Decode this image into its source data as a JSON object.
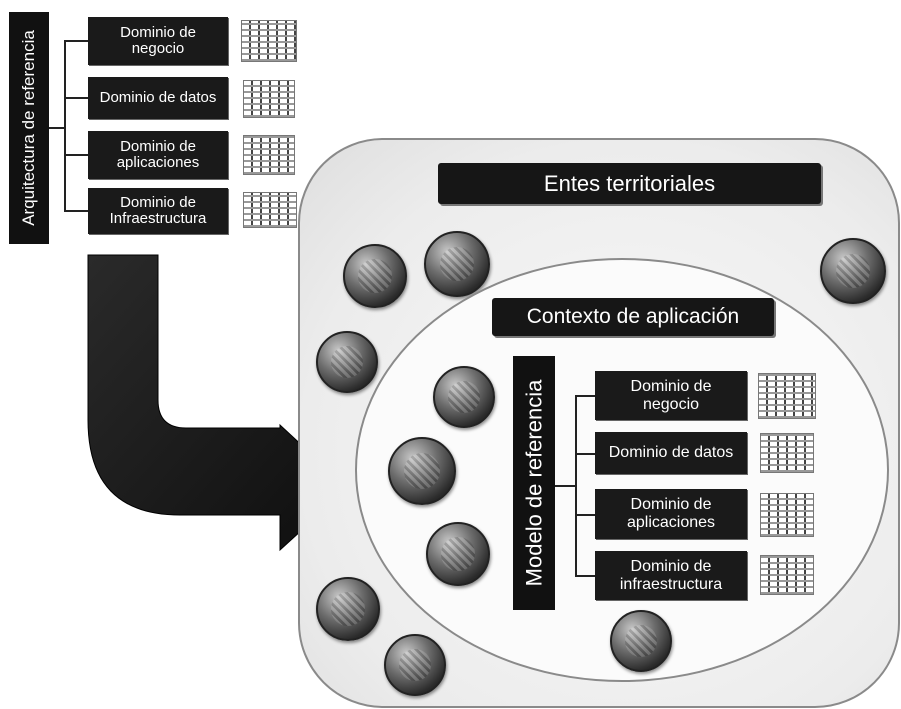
{
  "top_diagram": {
    "title": "Arquitectura de referencia",
    "domains": [
      "Dominio de\nnegocio",
      "Dominio de datos",
      "Dominio de\naplicaciones",
      "Dominio de\nInfraestructura"
    ]
  },
  "outer_region": {
    "title": "Entes territoriales"
  },
  "inner_region": {
    "title": "Contexto de aplicación",
    "model_title": "Modelo de referencia",
    "domains": [
      "Dominio de\nnegocio",
      "Dominio de datos",
      "Dominio de\naplicaciones",
      "Dominio de\ninfraestructura"
    ]
  },
  "colors": {
    "box_fill": "#1a1a1a",
    "text": "#ffffff",
    "arrow": "#141414",
    "region_border": "#8a8a8a"
  },
  "icons": [
    "domain-thumbnail-icon",
    "entity-circle-icon",
    "down-right-arrow-icon"
  ]
}
